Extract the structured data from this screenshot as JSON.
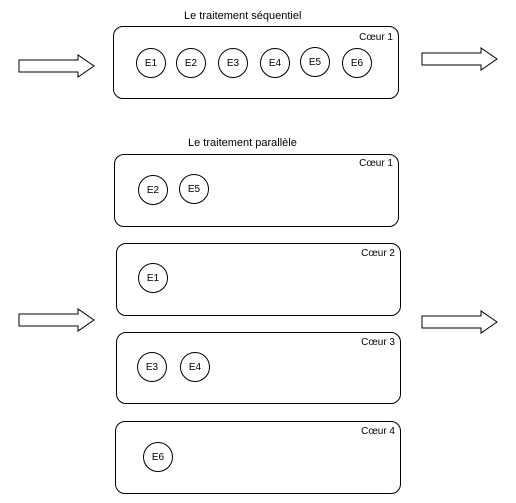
{
  "sequential": {
    "title": "Le traitement séquentiel",
    "core": {
      "label": "Cœur 1",
      "tasks": [
        "E1",
        "E2",
        "E3",
        "E4",
        "E5",
        "E6"
      ]
    }
  },
  "parallel": {
    "title": "Le traitement parallèle",
    "cores": [
      {
        "label": "Cœur 1",
        "tasks": [
          "E2",
          "E5"
        ]
      },
      {
        "label": "Cœur 2",
        "tasks": [
          "E1"
        ]
      },
      {
        "label": "Cœur 3",
        "tasks": [
          "E3",
          "E4"
        ]
      },
      {
        "label": "Cœur 4",
        "tasks": [
          "E6"
        ]
      }
    ]
  }
}
